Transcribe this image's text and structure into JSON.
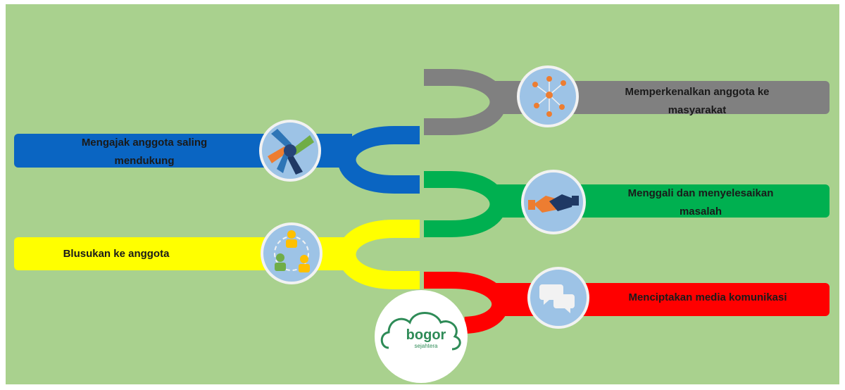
{
  "items": [
    {
      "id": "mengajak",
      "lines": [
        "Mengajak anggota saling",
        "mendukung"
      ],
      "color": "#0a65c2",
      "icon": "hands-together-icon"
    },
    {
      "id": "blusukan",
      "lines": [
        "Blusukan ke anggota"
      ],
      "color": "#ffff00",
      "icon": "people-connect-icon"
    },
    {
      "id": "memperkenalkan",
      "lines": [
        "Memperkenalkan anggota ke",
        "masyarakat"
      ],
      "color": "#808080",
      "icon": "network-icon"
    },
    {
      "id": "menggali",
      "lines": [
        "Menggali dan menyelesaikan",
        "masalah"
      ],
      "color": "#00b050",
      "icon": "handshake-icon"
    },
    {
      "id": "menciptakan",
      "lines": [
        "Menciptakan media komunikasi"
      ],
      "color": "#ff0000",
      "icon": "chat-bubbles-icon"
    }
  ],
  "logo": {
    "name": "bogor",
    "sub": "sejahtera"
  }
}
